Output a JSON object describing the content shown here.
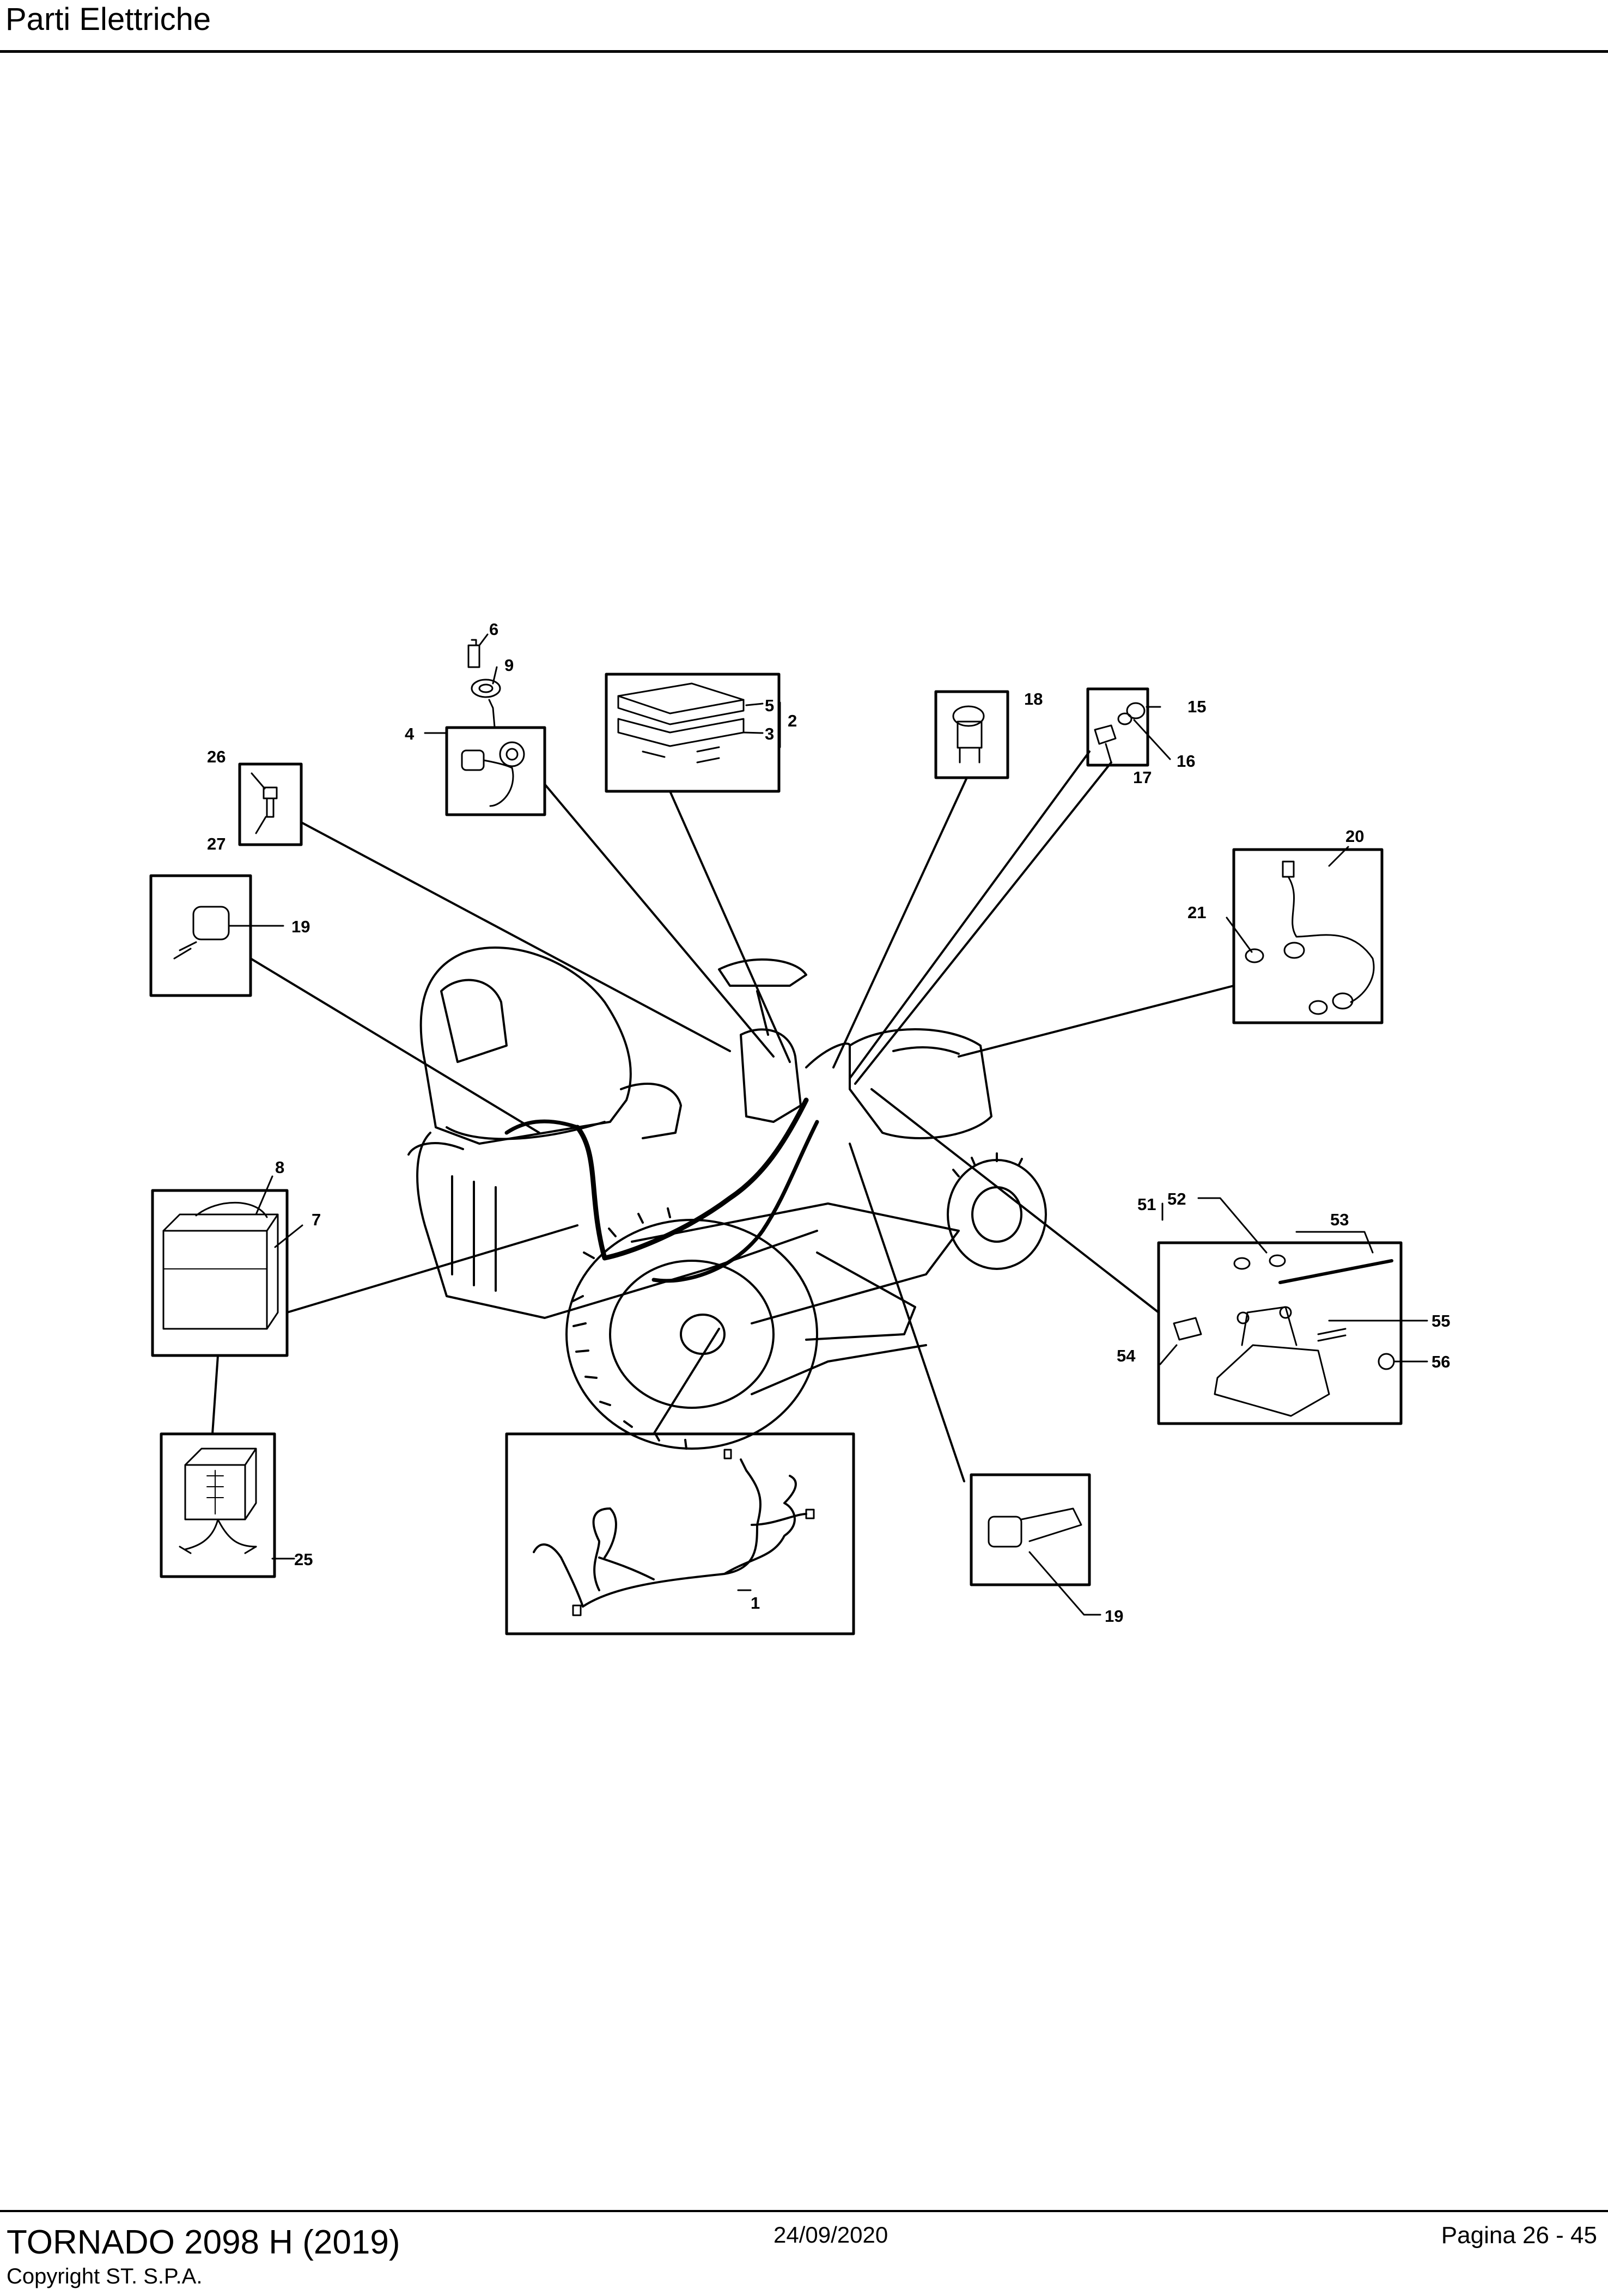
{
  "header": {
    "title": "Parti Elettriche"
  },
  "footer": {
    "model": "TORNADO 2098 H (2019)",
    "date": "24/09/2020",
    "page": "Pagina 26 - 45",
    "copyright": "Copyright ST. S.P.A."
  },
  "diagram": {
    "callouts": {
      "c1": "1",
      "c2": "2",
      "c3": "3",
      "c4": "4",
      "c5": "5",
      "c6": "6",
      "c7": "7",
      "c8": "8",
      "c9": "9",
      "c15": "15",
      "c16": "16",
      "c17": "17",
      "c18": "18",
      "c19a": "19",
      "c19b": "19",
      "c20": "20",
      "c21": "21",
      "c25": "25",
      "c26": "26",
      "c27": "27",
      "c51": "51",
      "c52": "52",
      "c53": "53",
      "c54": "54",
      "c55": "55",
      "c56": "56"
    }
  }
}
